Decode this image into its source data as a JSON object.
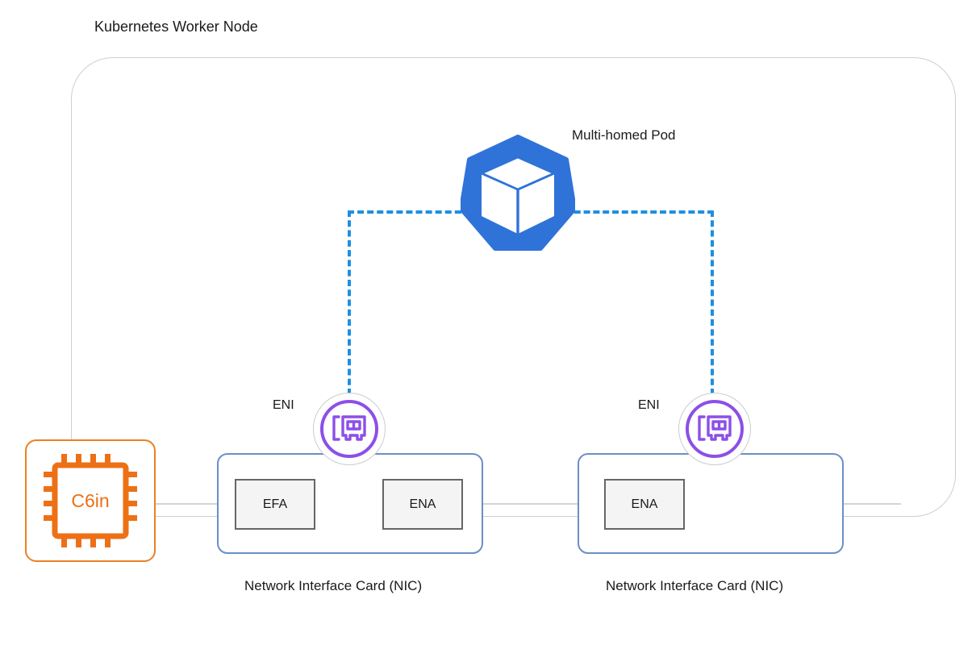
{
  "diagram": {
    "title": "Kubernetes Worker Node",
    "boundary_color": "#cfcfcf"
  },
  "pod": {
    "label": "Multi-homed Pod",
    "icon": "kubernetes-pod-icon",
    "color": "#2f73d8"
  },
  "links": {
    "dashed_color": "#1f8fe0",
    "wire_color": "#d4d4d4"
  },
  "instance": {
    "label": "C6in",
    "icon": "cpu-chip-icon",
    "color": "#ed7016"
  },
  "enis": [
    {
      "label": "ENI",
      "icon": "network-interface-card-icon",
      "color": "#8c4fe8"
    },
    {
      "label": "ENI",
      "icon": "network-interface-card-icon",
      "color": "#8c4fe8"
    }
  ],
  "nics": [
    {
      "label": "Network Interface Card (NIC)",
      "border_color": "#6b8fc4",
      "interfaces": [
        {
          "label": "EFA"
        },
        {
          "label": "ENA"
        }
      ]
    },
    {
      "label": "Network Interface Card (NIC)",
      "border_color": "#6b8fc4",
      "interfaces": [
        {
          "label": "ENA"
        }
      ]
    }
  ]
}
